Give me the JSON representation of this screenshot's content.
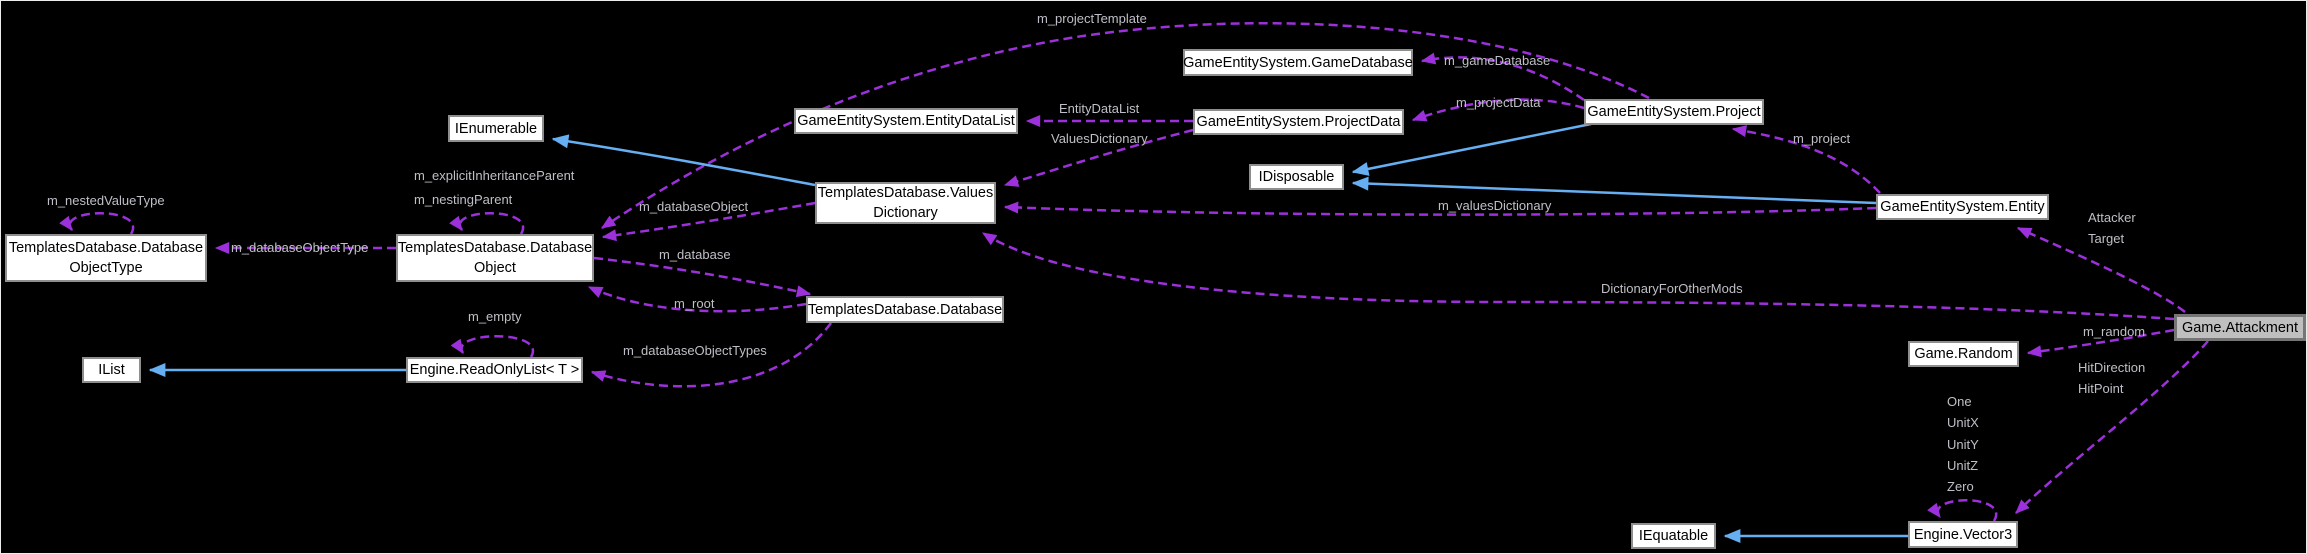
{
  "diagram": {
    "kind": "collaboration-graph",
    "focus_class": "Game.Attackment",
    "colors": {
      "background": "#000000",
      "node_fill": "#FFFFFF",
      "node_border": "#8E8E8E",
      "focus_node_fill": "#BFBFBF",
      "focus_node_border": "#757575",
      "usage_edge": "#9C31DB",
      "inheritance_edge": "#66AFF2",
      "edge_label_text": "#BFBFC7",
      "node_text": "#000000"
    },
    "nodes": [
      {
        "id": "templatesdatabase-databaseobjecttype",
        "lines": [
          "TemplatesDatabase.Database",
          "ObjectType"
        ]
      },
      {
        "id": "ienumerable",
        "lines": [
          "IEnumerable"
        ]
      },
      {
        "id": "templatesdatabase-databaseobject",
        "lines": [
          "TemplatesDatabase.Database",
          "Object"
        ]
      },
      {
        "id": "templatesdatabase-valuesdictionary",
        "lines": [
          "TemplatesDatabase.Values",
          "Dictionary"
        ]
      },
      {
        "id": "gameentitysystem-entitydatalist",
        "lines": [
          "GameEntitySystem.EntityDataList"
        ]
      },
      {
        "id": "templatesdatabase-database",
        "lines": [
          "TemplatesDatabase.Database"
        ]
      },
      {
        "id": "gameentitysystem-gamedatabase",
        "lines": [
          "GameEntitySystem.GameDatabase"
        ]
      },
      {
        "id": "gameentitysystem-projectdata",
        "lines": [
          "GameEntitySystem.ProjectData"
        ]
      },
      {
        "id": "idisposable",
        "lines": [
          "IDisposable"
        ]
      },
      {
        "id": "gameentitysystem-project",
        "lines": [
          "GameEntitySystem.Project"
        ]
      },
      {
        "id": "gameentitysystem-entity",
        "lines": [
          "GameEntitySystem.Entity"
        ]
      },
      {
        "id": "game-attackment",
        "lines": [
          "Game.Attackment"
        ]
      },
      {
        "id": "game-random",
        "lines": [
          "Game.Random"
        ]
      },
      {
        "id": "engine-vector3",
        "lines": [
          "Engine.Vector3"
        ]
      },
      {
        "id": "iequatable",
        "lines": [
          "IEquatable"
        ]
      },
      {
        "id": "ilist",
        "lines": [
          "IList"
        ]
      },
      {
        "id": "engine-readonlylist",
        "lines": [
          "Engine.ReadOnlyList< T >"
        ]
      }
    ],
    "edge_labels": [
      {
        "text": "m_projectTemplate"
      },
      {
        "text": "m_gameDatabase"
      },
      {
        "text": "m_projectData"
      },
      {
        "text": "EntityDataList"
      },
      {
        "text": "ValuesDictionary"
      },
      {
        "text": "m_project"
      },
      {
        "text": "m_valuesDictionary"
      },
      {
        "text": "Attacker"
      },
      {
        "text": "Target"
      },
      {
        "text": "DictionaryForOtherMods"
      },
      {
        "text": "m_random"
      },
      {
        "text": "HitDirection"
      },
      {
        "text": "HitPoint"
      },
      {
        "text": "One"
      },
      {
        "text": "UnitX"
      },
      {
        "text": "UnitY"
      },
      {
        "text": "UnitZ"
      },
      {
        "text": "Zero"
      },
      {
        "text": "m_nestedValueType"
      },
      {
        "text": "m_explicitInheritanceParent"
      },
      {
        "text": "m_nestingParent"
      },
      {
        "text": "m_databaseObjectType"
      },
      {
        "text": "m_databaseObject"
      },
      {
        "text": "m_database"
      },
      {
        "text": "m_root"
      },
      {
        "text": "m_databaseObjectTypes"
      },
      {
        "text": "m_empty"
      }
    ],
    "edges": [
      {
        "from": "GameEntitySystem.Project",
        "to": "TemplatesDatabase.DatabaseObject",
        "label": "m_projectTemplate",
        "style": "usage"
      },
      {
        "from": "GameEntitySystem.Project",
        "to": "GameEntitySystem.GameDatabase",
        "label": "m_gameDatabase",
        "style": "usage"
      },
      {
        "from": "GameEntitySystem.Project",
        "to": "GameEntitySystem.ProjectData",
        "label": "m_projectData",
        "style": "usage"
      },
      {
        "from": "GameEntitySystem.ProjectData",
        "to": "GameEntitySystem.EntityDataList",
        "label": "EntityDataList",
        "style": "usage"
      },
      {
        "from": "GameEntitySystem.ProjectData",
        "to": "TemplatesDatabase.ValuesDictionary",
        "label": "ValuesDictionary",
        "style": "usage"
      },
      {
        "from": "GameEntitySystem.Entity",
        "to": "GameEntitySystem.Project",
        "label": "m_project",
        "style": "usage"
      },
      {
        "from": "GameEntitySystem.Entity",
        "to": "TemplatesDatabase.ValuesDictionary",
        "label": "m_valuesDictionary",
        "style": "usage"
      },
      {
        "from": "Game.Attackment",
        "to": "GameEntitySystem.Entity",
        "label": "Attacker, Target",
        "style": "usage"
      },
      {
        "from": "Game.Attackment",
        "to": "TemplatesDatabase.ValuesDictionary",
        "label": "DictionaryForOtherMods",
        "style": "usage"
      },
      {
        "from": "Game.Attackment",
        "to": "Game.Random",
        "label": "m_random",
        "style": "usage"
      },
      {
        "from": "Game.Attackment",
        "to": "Engine.Vector3",
        "label": "HitDirection, HitPoint",
        "style": "usage"
      },
      {
        "from": "TemplatesDatabase.ValuesDictionary",
        "to": "TemplatesDatabase.DatabaseObject",
        "label": "m_databaseObject",
        "style": "usage"
      },
      {
        "from": "TemplatesDatabase.DatabaseObject",
        "to": "TemplatesDatabase.DatabaseObjectType",
        "label": "m_databaseObjectType",
        "style": "usage"
      },
      {
        "from": "TemplatesDatabase.DatabaseObject",
        "to": "TemplatesDatabase.Database",
        "label": "m_database",
        "style": "usage"
      },
      {
        "from": "TemplatesDatabase.Database",
        "to": "TemplatesDatabase.DatabaseObject",
        "label": "m_root",
        "style": "usage"
      },
      {
        "from": "TemplatesDatabase.Database",
        "to": "Engine.ReadOnlyList< T >",
        "label": "m_databaseObjectTypes",
        "style": "usage"
      },
      {
        "from": "TemplatesDatabase.DatabaseObjectType",
        "to": "TemplatesDatabase.DatabaseObjectType",
        "label": "m_nestedValueType",
        "style": "usage"
      },
      {
        "from": "TemplatesDatabase.DatabaseObject",
        "to": "TemplatesDatabase.DatabaseObject",
        "label": "m_explicitInheritanceParent, m_nestingParent",
        "style": "usage"
      },
      {
        "from": "Engine.ReadOnlyList< T >",
        "to": "Engine.ReadOnlyList< T >",
        "label": "m_empty",
        "style": "usage"
      },
      {
        "from": "Engine.Vector3",
        "to": "Engine.Vector3",
        "label": "One, UnitX, UnitY, UnitZ, Zero",
        "style": "usage"
      },
      {
        "from": "TemplatesDatabase.ValuesDictionary",
        "to": "IEnumerable",
        "label": "",
        "style": "inheritance"
      },
      {
        "from": "Engine.ReadOnlyList< T >",
        "to": "IList",
        "label": "",
        "style": "inheritance"
      },
      {
        "from": "GameEntitySystem.Project",
        "to": "IDisposable",
        "label": "",
        "style": "inheritance"
      },
      {
        "from": "GameEntitySystem.Entity",
        "to": "IDisposable",
        "label": "",
        "style": "inheritance"
      },
      {
        "from": "Engine.Vector3",
        "to": "IEquatable",
        "label": "",
        "style": "inheritance"
      }
    ]
  }
}
